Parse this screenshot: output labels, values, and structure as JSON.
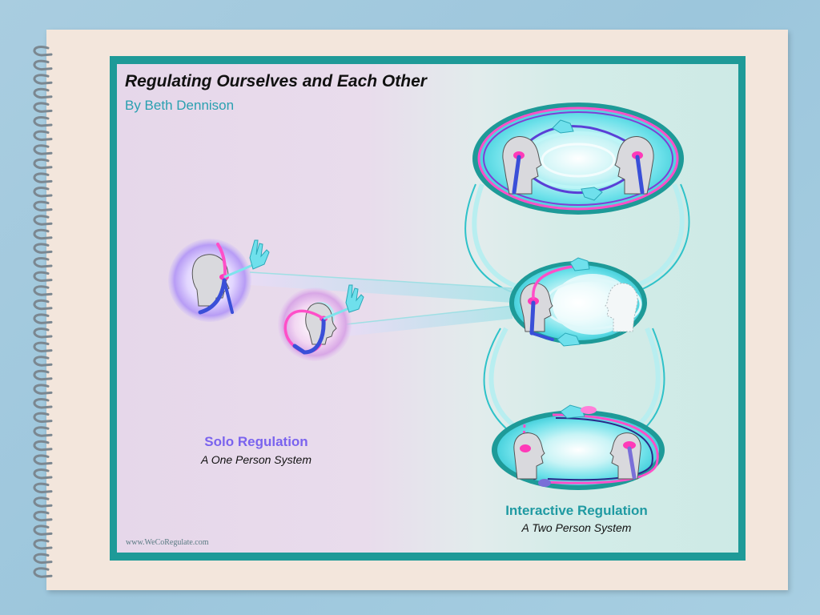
{
  "slide": {
    "title": "Regulating Ourselves and Each Other",
    "author": "By Beth Dennison",
    "website": "www.WeCoRegulate.com"
  },
  "solo": {
    "label": "Solo Regulation",
    "sublabel": "A One Person System"
  },
  "interactive": {
    "label": "Interactive Regulation",
    "sublabel": "A Two Person System"
  },
  "colors": {
    "frame": "#1e9a98",
    "solo_label": "#7a63ee",
    "interactive_label": "#1f9aa2",
    "pink_spine": "#ff4fc8",
    "blue_spine": "#3a4fd8"
  },
  "icons": [
    "spiral-binding-icon",
    "head-silhouette-icon",
    "hand-icon",
    "brain-icon",
    "spine-icon"
  ]
}
